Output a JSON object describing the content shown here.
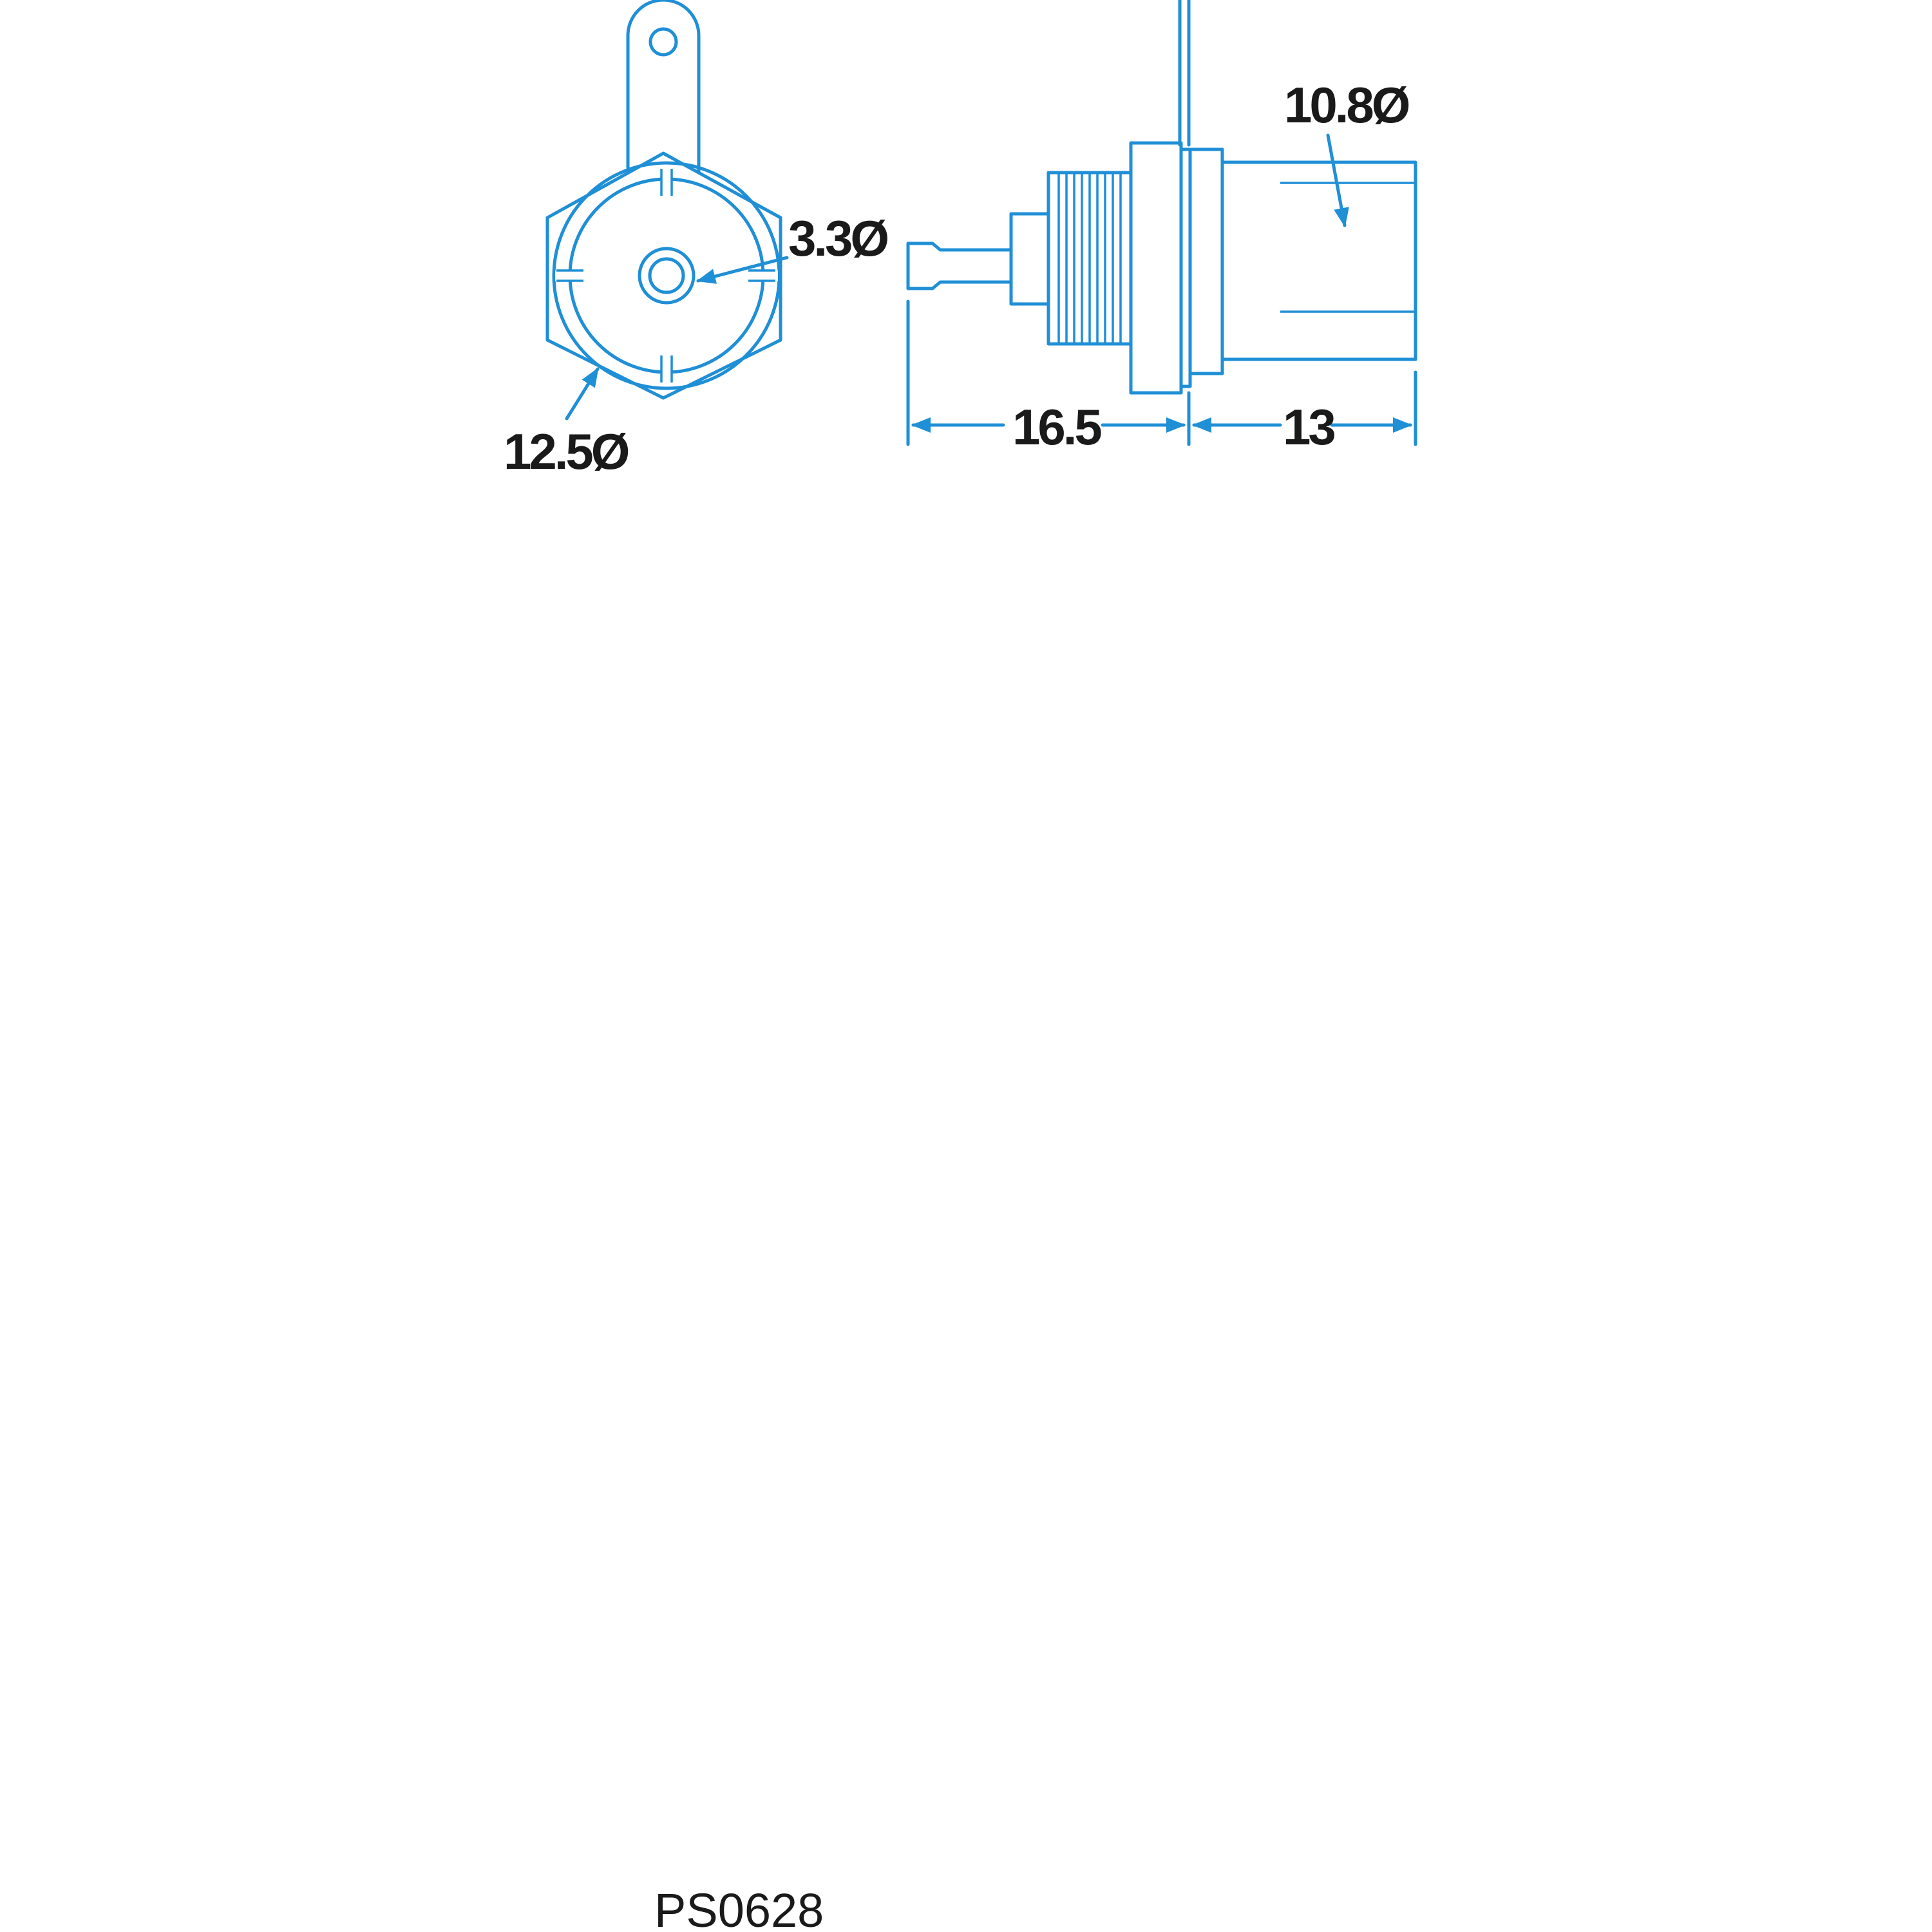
{
  "colors": {
    "line": "#1f8fd6",
    "text": "#1a1a1a",
    "background": "#ffffff"
  },
  "front_view": {
    "outer_diameter_label": "12.5Ø",
    "pin_diameter_label": "3.3Ø"
  },
  "side_view": {
    "barrel_diameter_label": "10.8Ø",
    "rear_length_label": "16.5",
    "front_length_label": "13"
  },
  "part_code": "PS0628"
}
